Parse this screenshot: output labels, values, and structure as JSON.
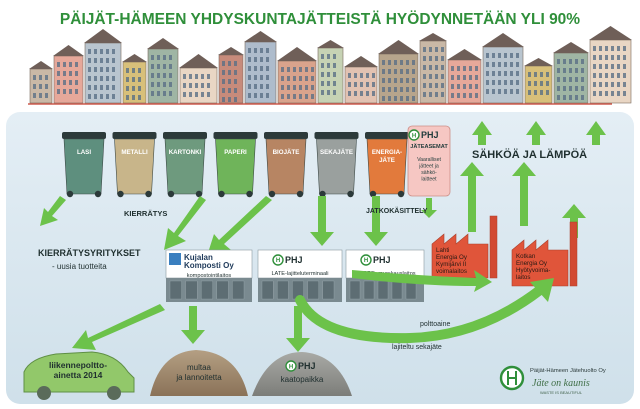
{
  "title": "PÄIJÄT-HÄMEEN YHDYSKUNTAJÄTTEISTÄ HYÖDYNNETÄÄN YLI 90%",
  "colors": {
    "title": "#2f8f3a",
    "arrow": "#6cc24a",
    "band": "#dde9f1",
    "factory": "#e0553a",
    "bin_lid_shadow": "#2c3a3a"
  },
  "bins": [
    {
      "lines": [
        "LASI"
      ],
      "color": "#5e8f7e"
    },
    {
      "lines": [
        "METALLI"
      ],
      "color": "#c8b58a"
    },
    {
      "lines": [
        "KARTONKI"
      ],
      "color": "#6e9a7e"
    },
    {
      "lines": [
        "PAPERI"
      ],
      "color": "#6fb45a"
    },
    {
      "lines": [
        "BIOJÄTE"
      ],
      "color": "#b78563"
    },
    {
      "lines": [
        "SEKAJÄTE"
      ],
      "color": "#9aa09e"
    },
    {
      "lines": [
        "ENERGIA-",
        "JÄTE"
      ],
      "color": "#e27a3c"
    }
  ],
  "hazard": {
    "brand": "PHJ",
    "title": "JÄTEASEMAT",
    "desc": [
      "Vaaralliset",
      "jätteet ja",
      "sähkö-",
      "laitteet"
    ]
  },
  "labels": {
    "kierratys": "KIERRÄTYS",
    "jatkokasittely": "JATKOKÄSITTELY",
    "sahko": "SÄHKÖÄ JA LÄMPÖÄ",
    "kierratysyritykset": "KIERRÄTYSYRITYKSET",
    "uusia": "- uusia tuotteita",
    "polttoaine": "polttoaine",
    "lajiteltu": "lajiteltu sekajäte"
  },
  "facilities": [
    {
      "brand_lines": [
        "Kujalan",
        "Komposti Oy"
      ],
      "caption": "kompostointilaitos"
    },
    {
      "brand_lines": [
        "PHJ"
      ],
      "caption": "LATE-lajitteluterminaali"
    },
    {
      "brand_lines": [
        "PHJ"
      ],
      "caption": "MURRE -murskauslaitos"
    }
  ],
  "factories": [
    {
      "lines": [
        "Lahti",
        "Energia Oy",
        "Kymijärvi II",
        "voimalaitos"
      ]
    },
    {
      "lines": [
        "Kotkan",
        "Energia Oy",
        "Hyötyvoima-",
        "laitos"
      ]
    }
  ],
  "outputs": {
    "car": [
      "liikennepoltto-",
      "ainetta 2014"
    ],
    "soil": [
      "multaa",
      "ja lannoitetta"
    ],
    "landfill_brand": "PHJ",
    "landfill": "kaatopaikka"
  },
  "footer": {
    "company": "Päijät-Hämeen Jätehuolto Oy",
    "slogan": "Jäte on kaunis",
    "sub": "WASTE IS BEAUTIFUL"
  }
}
